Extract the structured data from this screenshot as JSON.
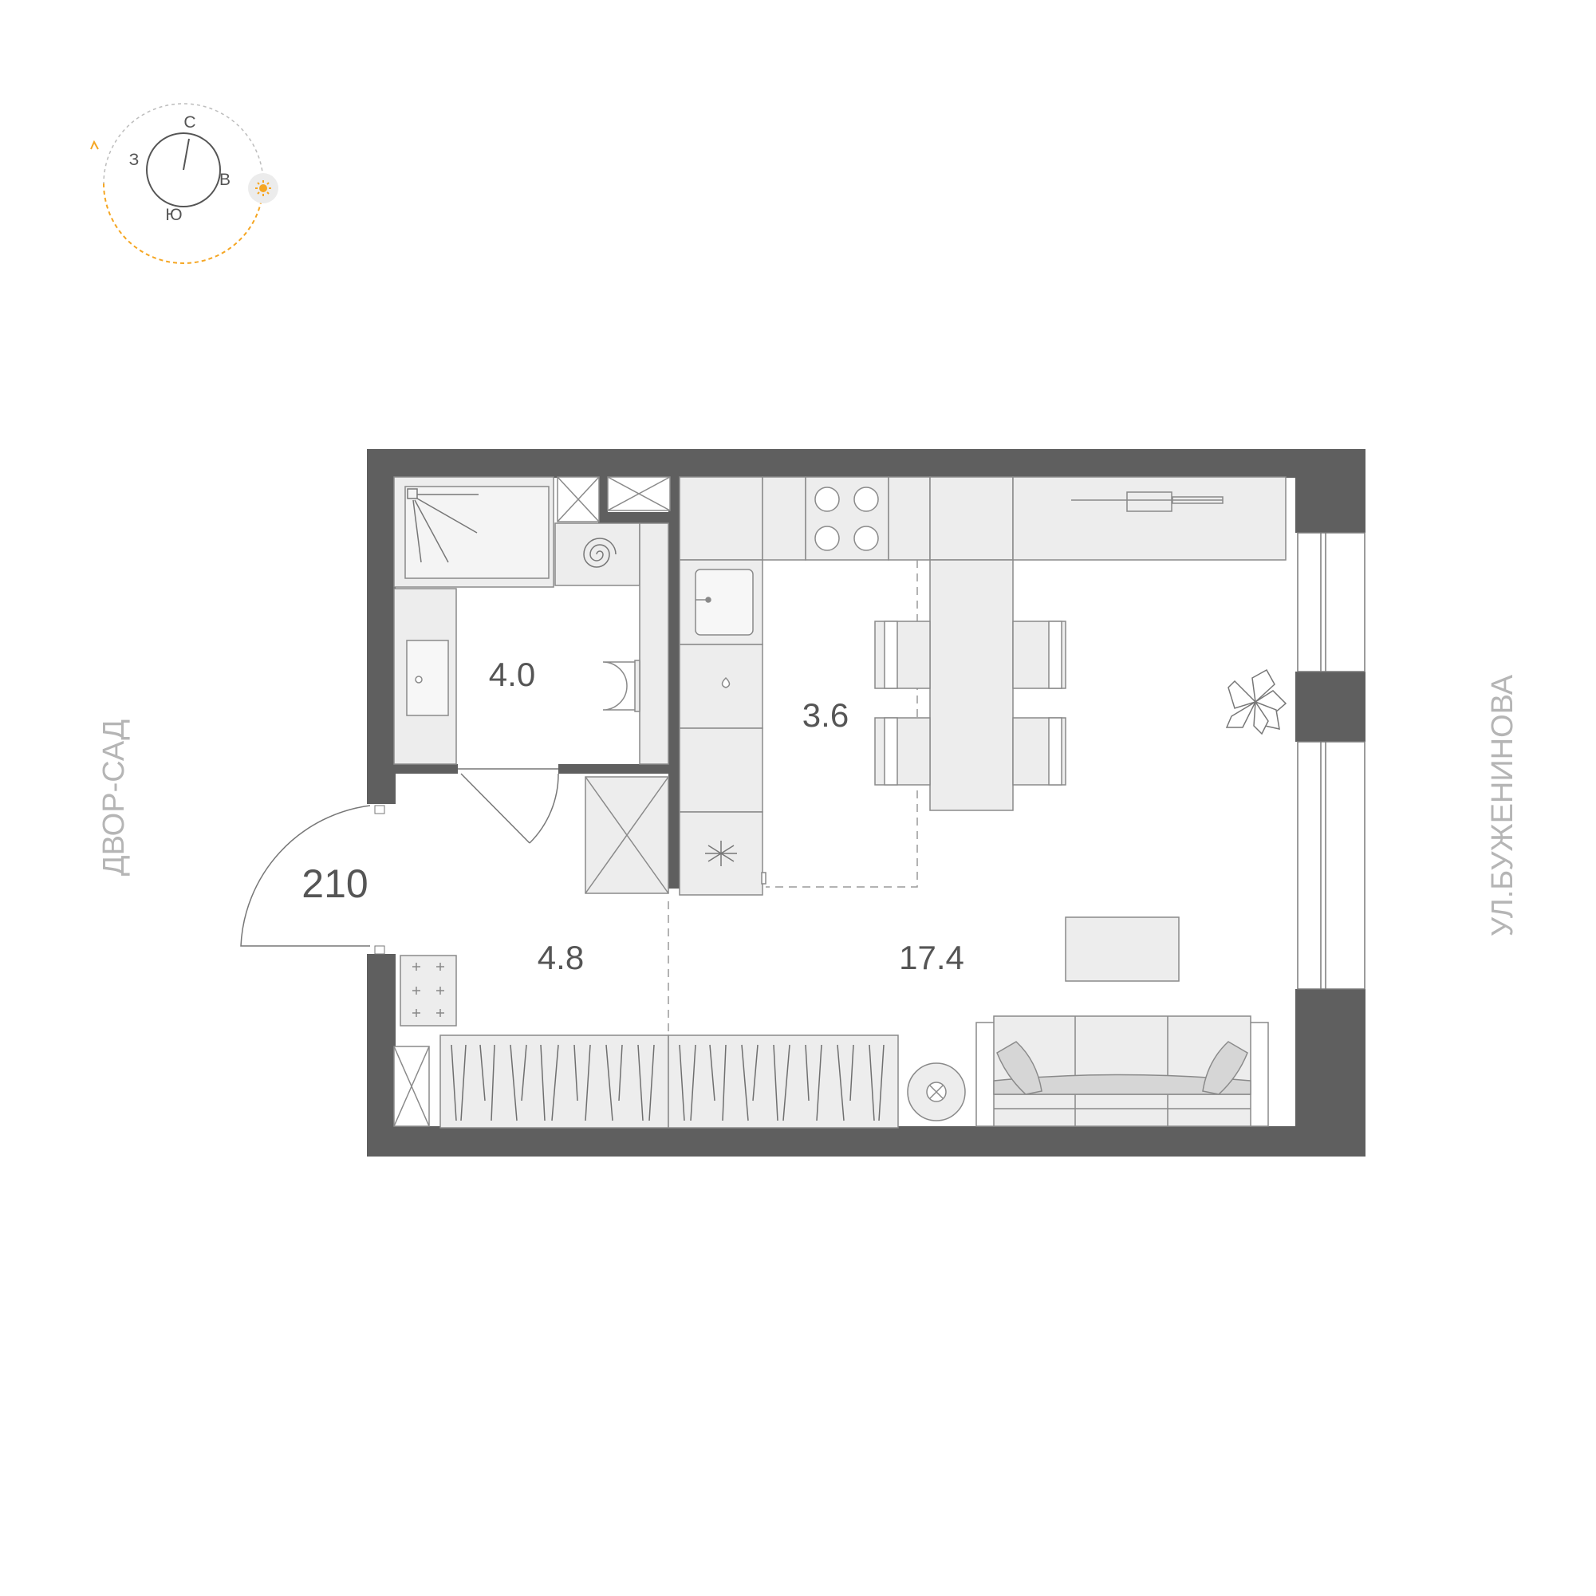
{
  "compass": {
    "north": "С",
    "south": "Ю",
    "west": "З",
    "east": "В",
    "sun_icon": "sun-icon",
    "accent_color": "#f5a623"
  },
  "labels": {
    "street_left": "ДВОР-САД",
    "street_right": "УЛ.БУЖЕНИНОВА",
    "apartment_number": "210"
  },
  "rooms": [
    {
      "id": "bathroom",
      "area": "4.0"
    },
    {
      "id": "kitchen",
      "area": "3.6"
    },
    {
      "id": "hallway",
      "area": "4.8"
    },
    {
      "id": "living-room",
      "area": "17.4"
    }
  ],
  "colors": {
    "wall": "#5f5f5f",
    "furniture_fill": "#ededed",
    "furniture_stroke": "#8a8a8a",
    "label_text": "#555555",
    "street_text": "#b5b5b5"
  }
}
